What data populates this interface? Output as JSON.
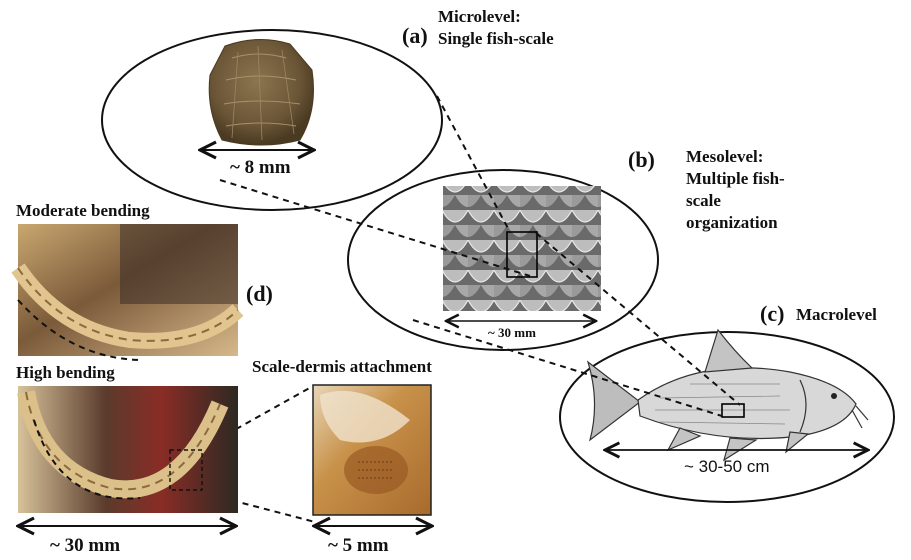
{
  "labels": {
    "a_letter": "(a)",
    "a_title_1": "Microlevel:",
    "a_title_2": "Single fish-scale",
    "a_scale": "~ 8 mm",
    "b_letter": "(b)",
    "b_title_1": "Mesolevel:",
    "b_title_2": "Multiple fish-",
    "b_title_3": "scale",
    "b_title_4": "organization",
    "b_scale": "~ 30 mm",
    "c_letter": "(c)",
    "c_title": "Macrolevel",
    "c_scale": "~ 30-50 cm",
    "d_letter": "(d)",
    "d_moderate": "Moderate bending",
    "d_high": "High bending",
    "d_attachment": "Scale-dermis attachment",
    "d_scale_large": "~ 30 mm",
    "d_scale_small": "~ 5 mm"
  },
  "colors": {
    "ink": "#111111",
    "scale_brown": "#6f5a3a",
    "fish_gray": "#7a7a7a",
    "photo_tan": "#c8a66a",
    "photo_dark": "#3b2a1c",
    "photo_red": "#8a2a24",
    "photo_orange": "#c98a3a"
  }
}
